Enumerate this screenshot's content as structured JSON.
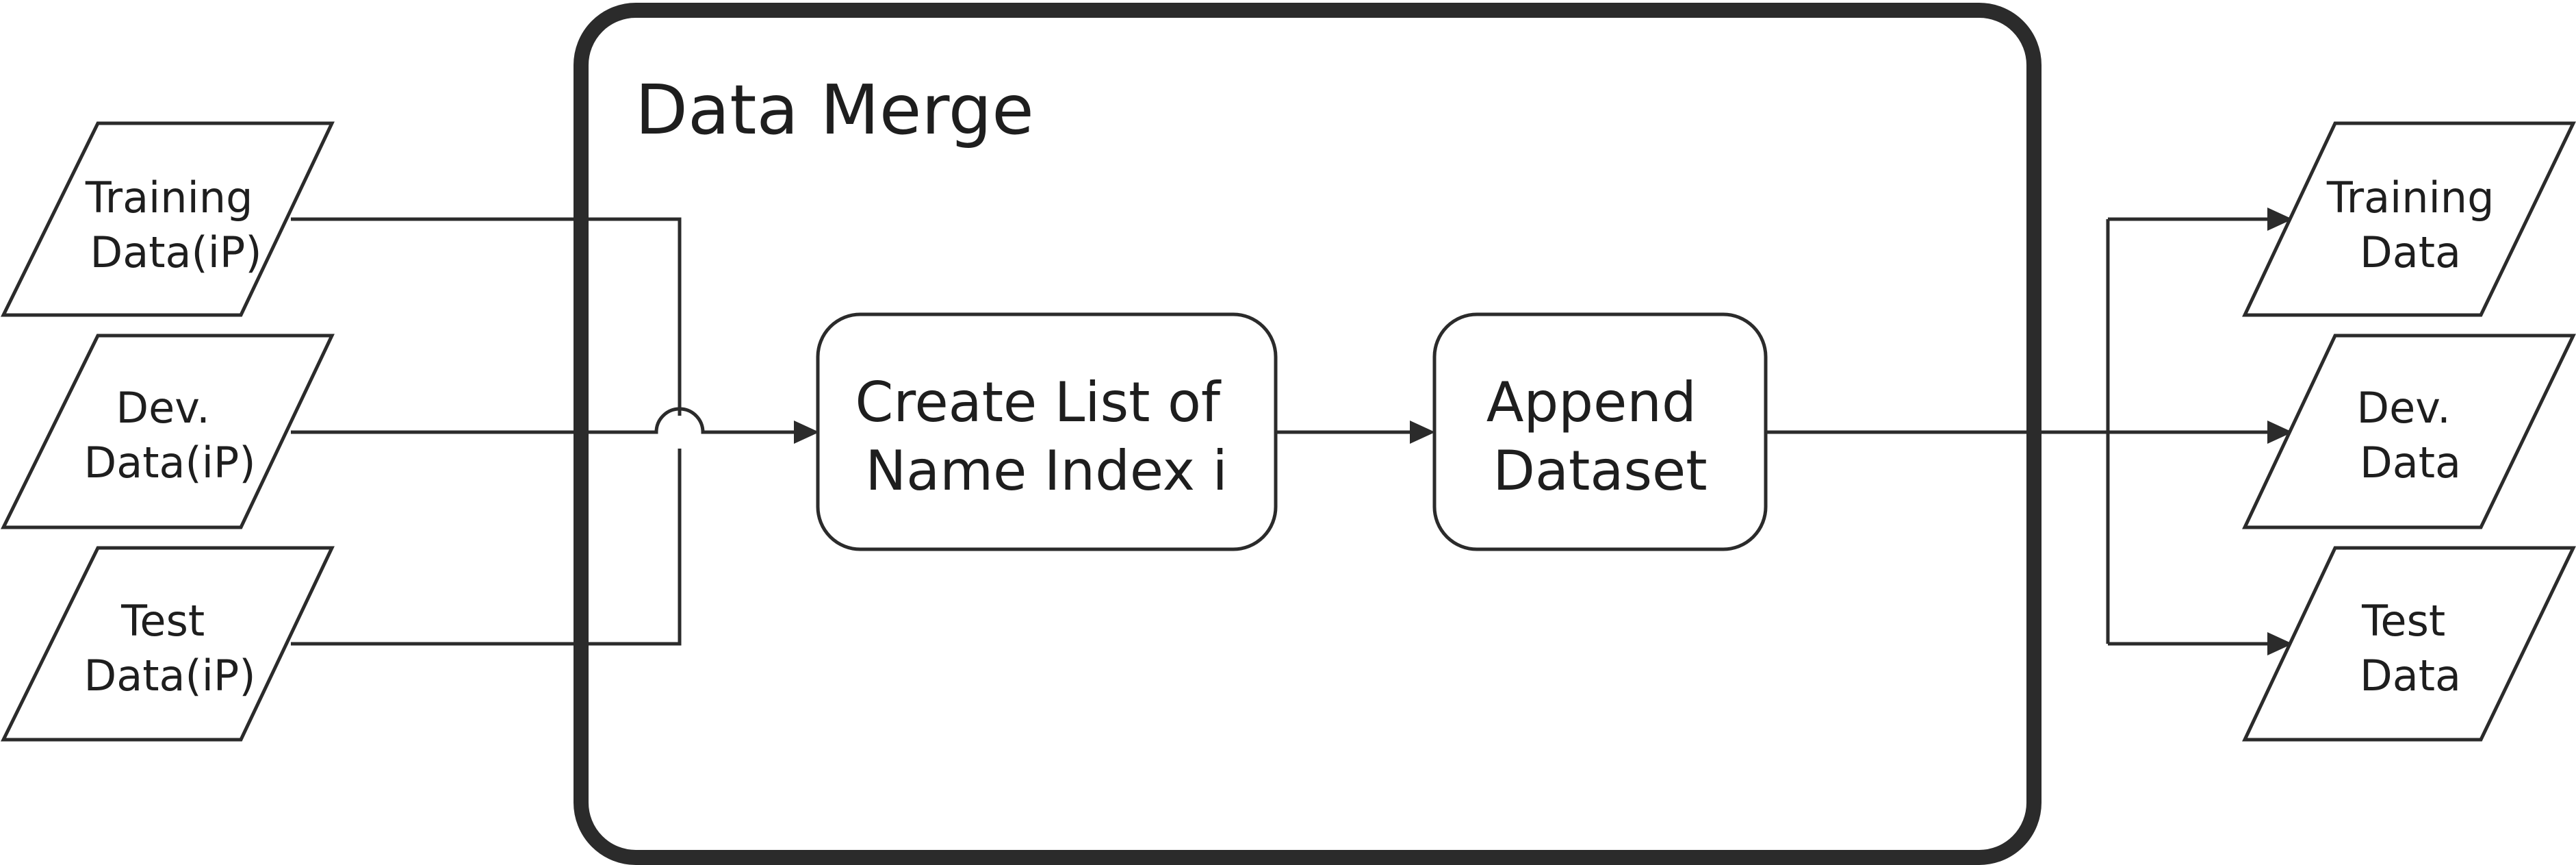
{
  "diagram": {
    "title": "Data Merge",
    "inputs": [
      {
        "line1": "Training",
        "line2": "Data(iP)"
      },
      {
        "line1": "Dev.",
        "line2": "Data(iP)"
      },
      {
        "line1": "Test",
        "line2": "Data(iP)"
      }
    ],
    "processes": [
      {
        "line1": "Create List of",
        "line2": "Name Index i"
      },
      {
        "line1": "Append",
        "line2": "Dataset"
      }
    ],
    "outputs": [
      {
        "line1": "Training",
        "line2": "Data"
      },
      {
        "line1": "Dev.",
        "line2": "Data"
      },
      {
        "line1": "Test",
        "line2": "Data"
      }
    ],
    "colors": {
      "stroke": "#2b2b2b",
      "fill": "#ffffff",
      "text": "#1e1e1e"
    }
  }
}
